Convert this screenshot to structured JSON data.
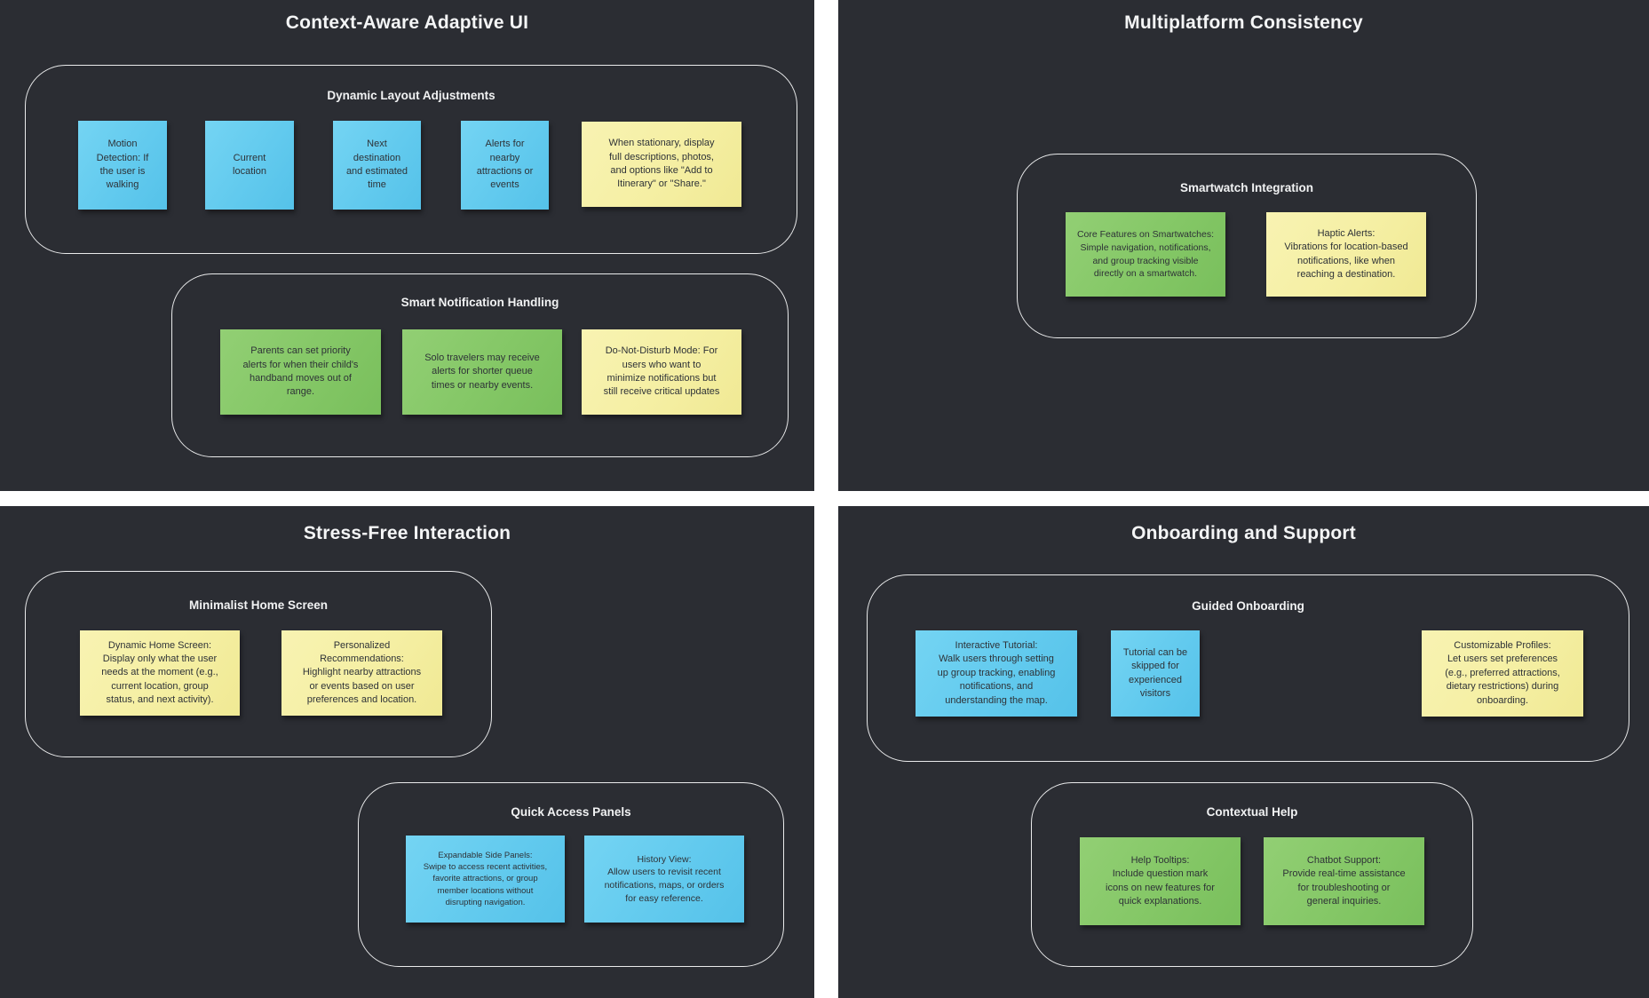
{
  "colors": {
    "page_bg": "#ffffff",
    "panel_bg": "#2b2d33",
    "section_border": "#e9eaeb",
    "title_text": "#f4f5f6",
    "note_text": "#2e3237",
    "note_blue": "#62caee",
    "note_green": "#84c766",
    "note_yellow": "#f5efa3"
  },
  "quadrants": [
    {
      "title": "Context-Aware Adaptive UI",
      "sections": [
        {
          "label": "Dynamic Layout Adjustments",
          "notes": [
            {
              "color": "blue",
              "text": "Motion\nDetection: If\nthe user is\nwalking"
            },
            {
              "color": "blue",
              "text": "Current\nlocation"
            },
            {
              "color": "blue",
              "text": "Next\ndestination\nand estimated\ntime"
            },
            {
              "color": "blue",
              "text": "Alerts for\nnearby\nattractions or\nevents"
            },
            {
              "color": "yellow",
              "text": "When stationary, display\nfull descriptions, photos,\nand options like \"Add to\nItinerary\" or \"Share.\""
            }
          ]
        },
        {
          "label": "Smart Notification Handling",
          "notes": [
            {
              "color": "green",
              "text": "Parents can set priority\nalerts for when their child's\nhandband moves out of\nrange."
            },
            {
              "color": "green",
              "text": "Solo travelers may receive\nalerts for shorter queue\ntimes or nearby events."
            },
            {
              "color": "yellow",
              "text": "Do-Not-Disturb Mode: For\nusers who want to\nminimize notifications but\nstill receive critical updates"
            }
          ]
        }
      ]
    },
    {
      "title": "Multiplatform Consistency",
      "sections": [
        {
          "label": "Smartwatch Integration",
          "notes": [
            {
              "color": "green",
              "text": "Core Features on Smartwatches:\nSimple navigation, notifications,\nand group tracking visible\ndirectly on a smartwatch."
            },
            {
              "color": "yellow",
              "text": "Haptic Alerts:\nVibrations for location-based\nnotifications, like when\nreaching a destination."
            }
          ]
        }
      ]
    },
    {
      "title": "Stress-Free Interaction",
      "sections": [
        {
          "label": "Minimalist Home Screen",
          "notes": [
            {
              "color": "yellow",
              "text": "Dynamic Home Screen:\nDisplay only what the user\nneeds at the moment (e.g.,\ncurrent location, group\nstatus, and next activity)."
            },
            {
              "color": "yellow",
              "text": "Personalized\nRecommendations:\nHighlight nearby attractions\nor events based on user\npreferences and location."
            }
          ]
        },
        {
          "label": "Quick Access Panels",
          "notes": [
            {
              "color": "blue",
              "text": "Expandable Side Panels:\nSwipe to access recent activities,\nfavorite attractions, or group\nmember locations without\ndisrupting navigation."
            },
            {
              "color": "blue",
              "text": "History View:\nAllow users to revisit recent\nnotifications, maps, or orders\nfor easy reference."
            }
          ]
        }
      ]
    },
    {
      "title": "Onboarding and Support",
      "sections": [
        {
          "label": "Guided Onboarding",
          "notes": [
            {
              "color": "blue",
              "text": "Interactive Tutorial:\nWalk users through setting\nup group tracking, enabling\nnotifications, and\nunderstanding the map."
            },
            {
              "color": "blue",
              "text": "Tutorial can be\nskipped for\nexperienced\nvisitors"
            },
            {
              "color": "yellow",
              "text": "Customizable Profiles:\nLet users set preferences\n(e.g., preferred attractions,\ndietary restrictions) during\nonboarding."
            }
          ]
        },
        {
          "label": "Contextual Help",
          "notes": [
            {
              "color": "green",
              "text": "Help Tooltips:\nInclude question mark\nicons on new features for\nquick explanations."
            },
            {
              "color": "green",
              "text": "Chatbot Support:\nProvide real-time assistance\nfor troubleshooting or\ngeneral inquiries."
            }
          ]
        }
      ]
    }
  ]
}
